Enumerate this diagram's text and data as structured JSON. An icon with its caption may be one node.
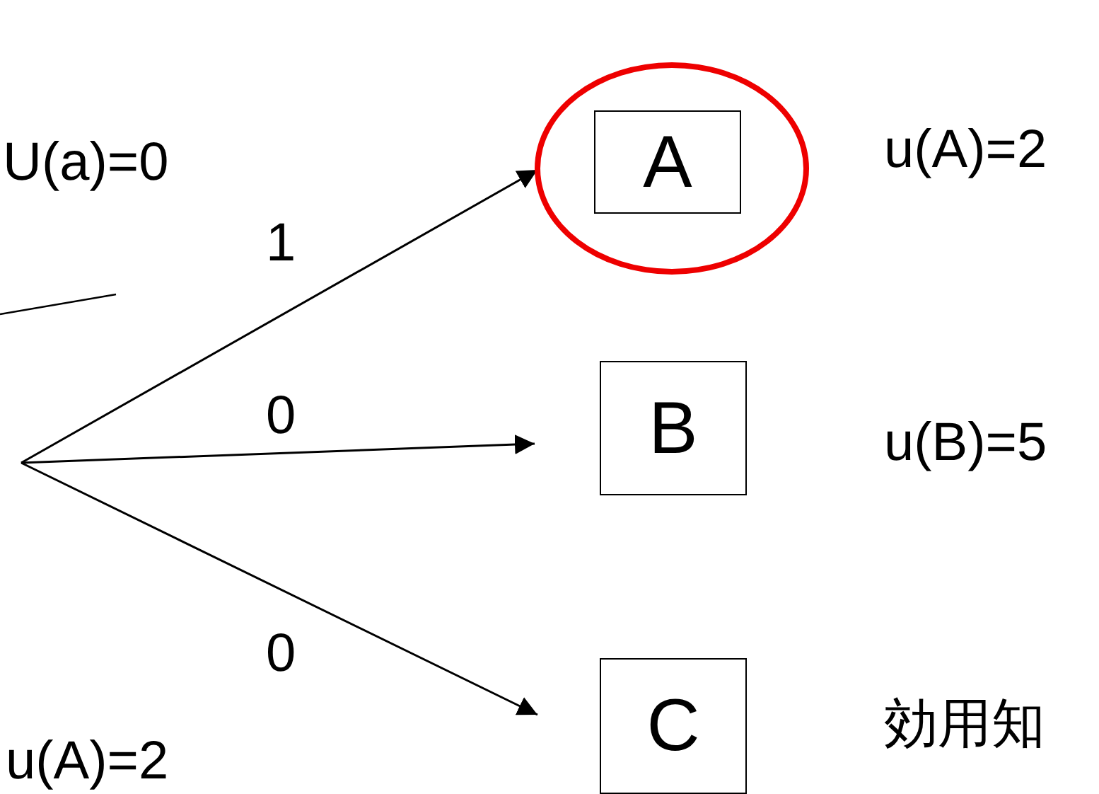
{
  "diagram": {
    "nodes": [
      {
        "text": [],
        "shape": "circle"
      },
      {
        "text": [
          "A"
        ],
        "in": 0,
        "beside": [
          "u(A)=2"
        ]
      },
      {
        "text": [
          "B"
        ],
        "beside": [
          "u(B)=5"
        ]
      },
      {
        "text": [
          "C"
        ],
        "beside": [
          "効用知"
        ]
      }
    ],
    "edges": [
      {
        "from": null,
        "to": 0,
        "arrow": "to",
        "label": "1"
      },
      {
        "from": null,
        "to": 2,
        "arrow": "to",
        "label": "0"
      },
      {
        "from": null,
        "to": 3,
        "arrow": "to",
        "label": "0"
      }
    ],
    "labels": [
      "U(a)=0",
      "u(A)=2"
    ]
  }
}
